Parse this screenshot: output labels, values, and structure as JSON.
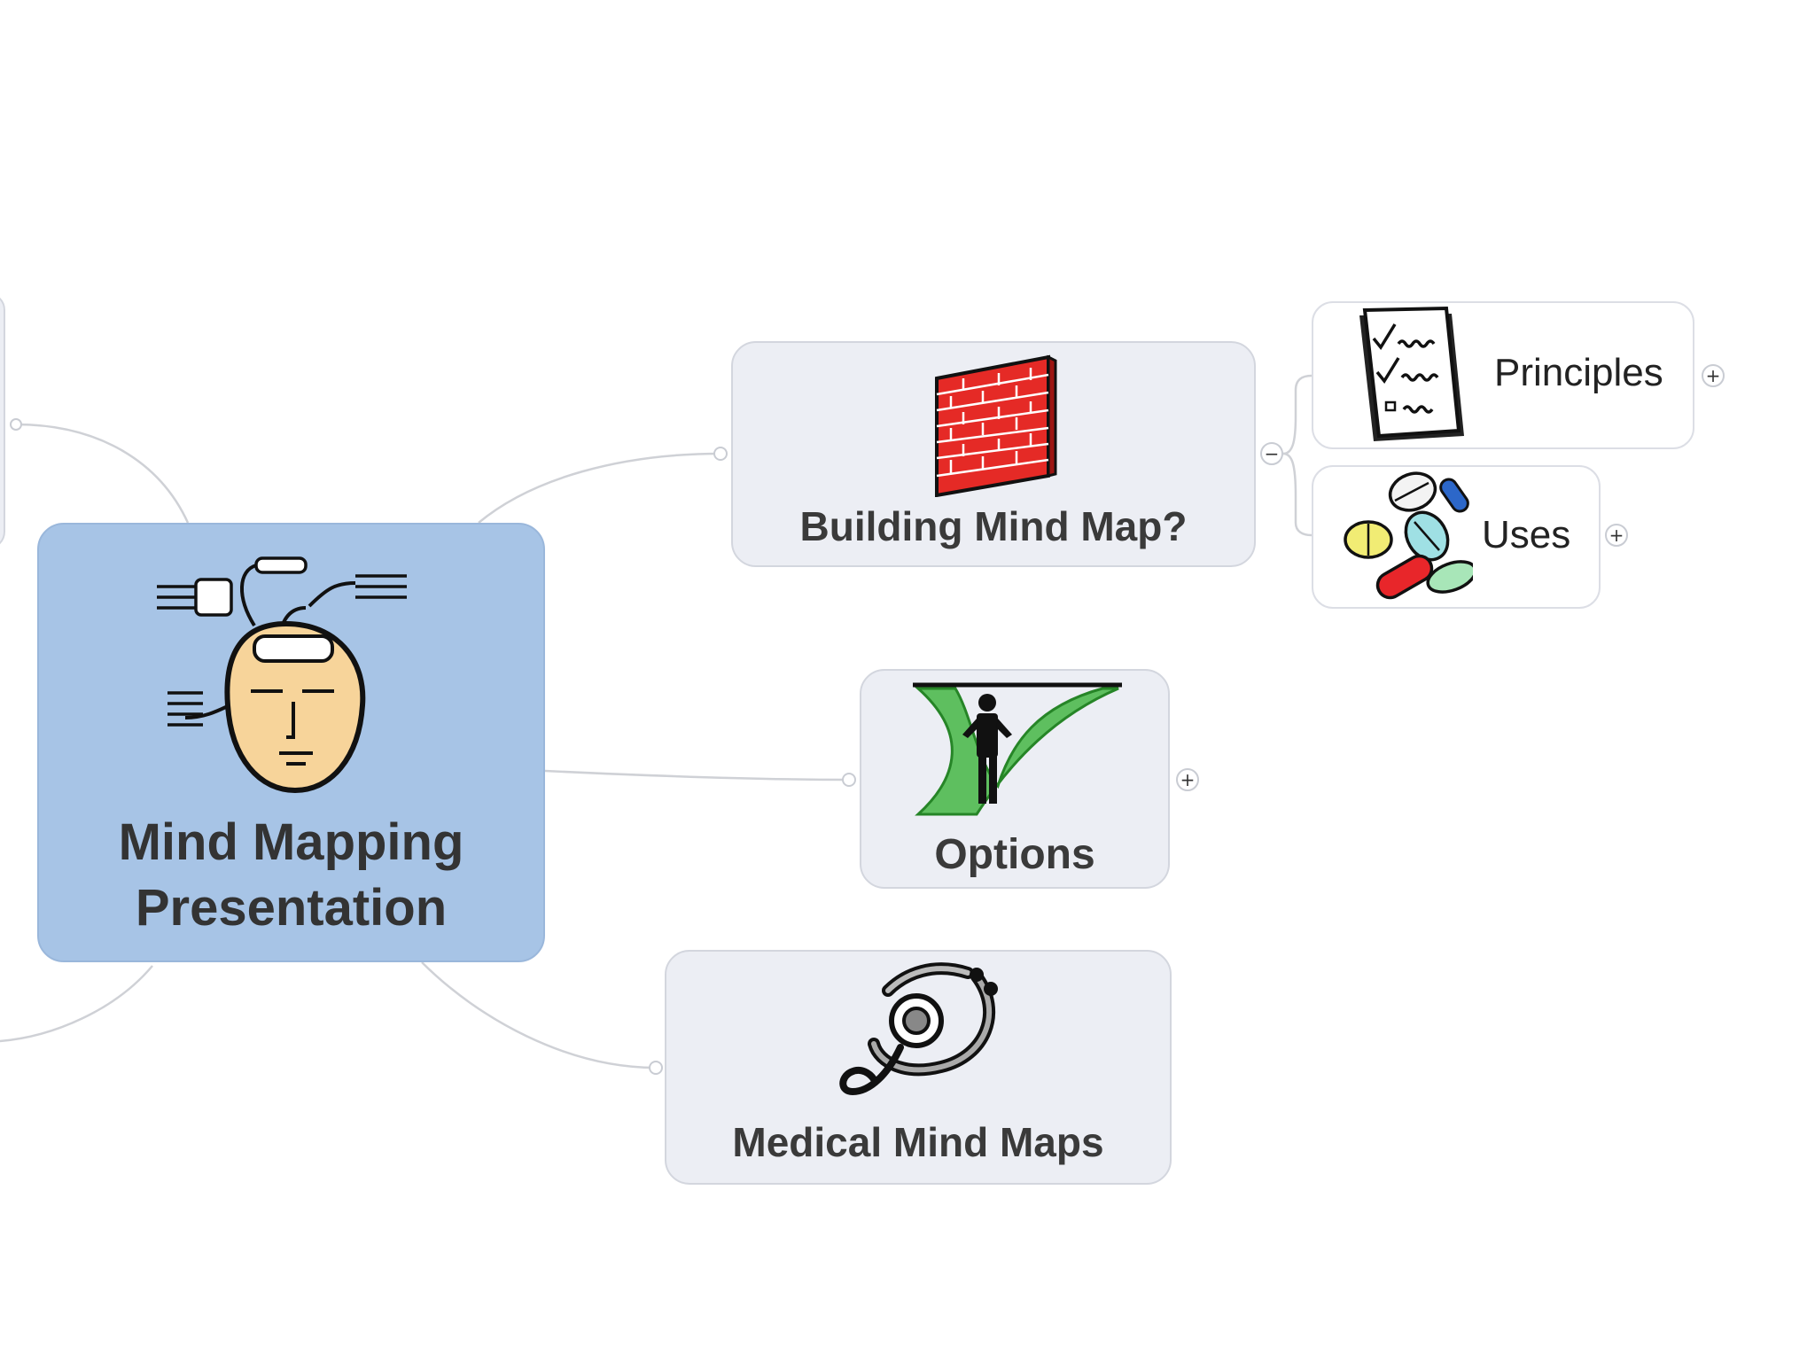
{
  "central_topic": {
    "line1": "Mind Mapping",
    "line2": "Presentation",
    "icon": "mind-map-head-icon"
  },
  "topics": [
    {
      "label": "Building Mind Map?",
      "icon": "brick-wall-icon",
      "toggle": "−"
    },
    {
      "label": "Options",
      "icon": "crossroads-person-icon",
      "toggle": "+"
    },
    {
      "label": "Medical Mind Maps",
      "icon": "stethoscope-icon",
      "toggle": ""
    }
  ],
  "subtopics": [
    {
      "label": "Principles",
      "icon": "checklist-icon",
      "toggle": "+"
    },
    {
      "label": "Uses",
      "icon": "pills-icon",
      "toggle": "+"
    }
  ],
  "colors": {
    "central_fill": "#a7c4e6",
    "topic_fill": "#eceef4",
    "connector": "#cfd1d6"
  }
}
